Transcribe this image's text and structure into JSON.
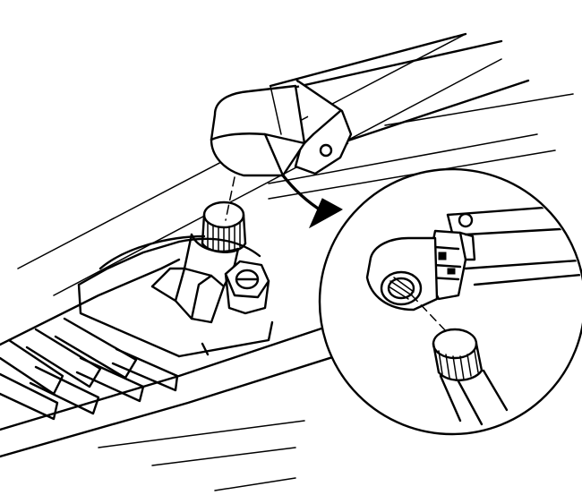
{
  "figure": {
    "kind": "line-art service illustration",
    "ink_color": "#000000",
    "paper_color": "#ffffff",
    "callouts": [],
    "parts": [
      "wiper-arm-assembly",
      "wiper-arm-head",
      "wiper-pivot-shaft",
      "cowl-panel",
      "windshield-base-edge",
      "detail-view-inset",
      "direction-arrow-icon"
    ]
  }
}
